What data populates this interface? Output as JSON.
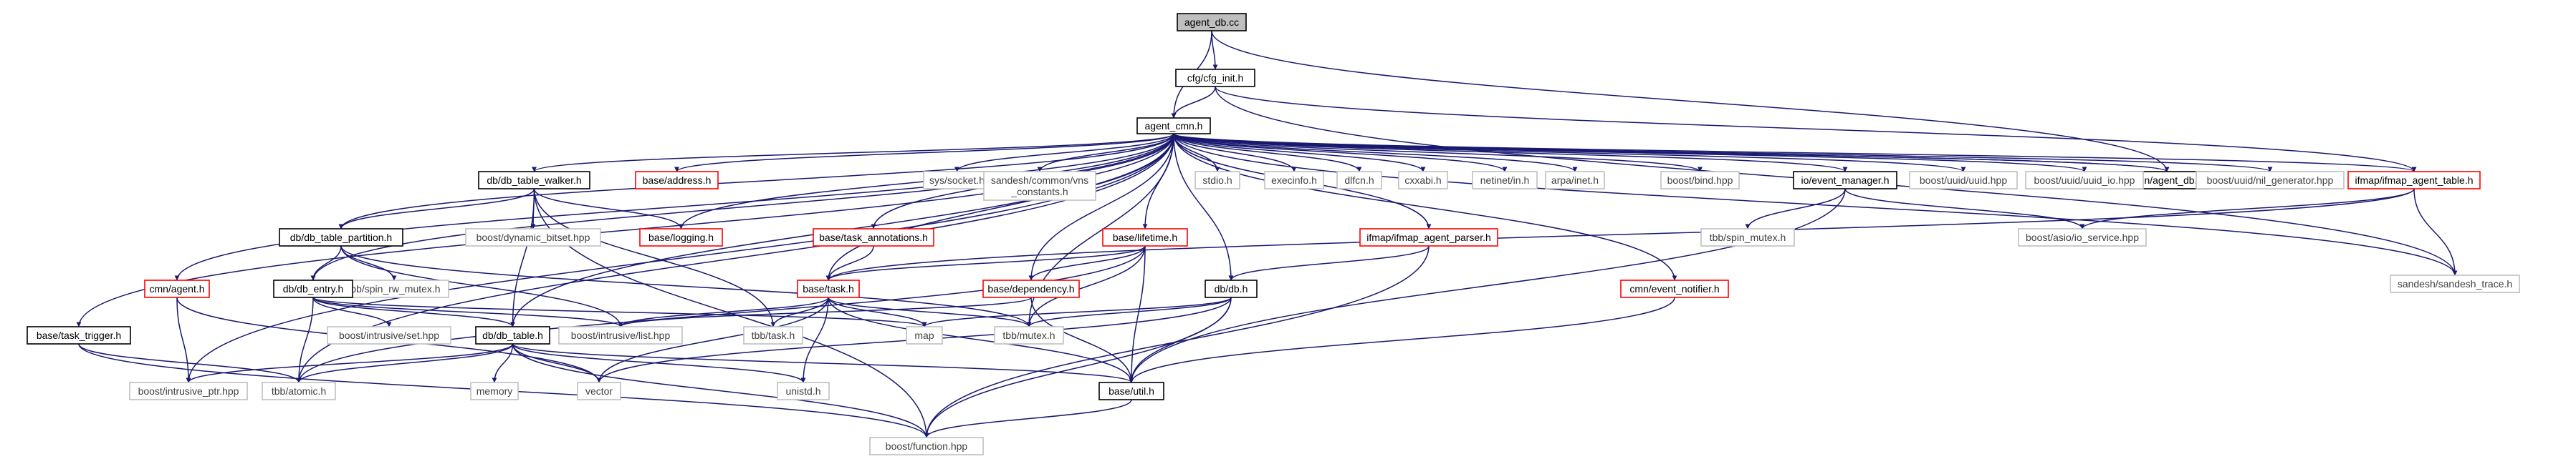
{
  "diagram": {
    "type": "include-dependency-graph",
    "colors": {
      "edge": "#191970",
      "root_fill": "#bfbfbf",
      "border_normal": "#000000",
      "border_red": "#ff0000",
      "border_external": "#bfbfbf",
      "text": "#000000",
      "text_external": "#404040"
    },
    "nodes": [
      {
        "id": "agent_db_cc",
        "label": "agent_db.cc",
        "kind": "root"
      },
      {
        "id": "cfg_init_h",
        "label": "cfg/cfg_init.h",
        "kind": "normal"
      },
      {
        "id": "agent_cmn_h",
        "label": "agent_cmn.h",
        "kind": "normal"
      },
      {
        "id": "cmn_agent_db_h",
        "label": "cmn/agent_db.h",
        "kind": "normal"
      },
      {
        "id": "ifmap_agent_table_h",
        "label": "ifmap/ifmap_agent_table.h",
        "kind": "red"
      },
      {
        "id": "sandesh_trace_h",
        "label": "sandesh/sandesh_trace.h",
        "kind": "external"
      },
      {
        "id": "db_table_walker_h",
        "label": "db/db_table_walker.h",
        "kind": "normal"
      },
      {
        "id": "base_address_h",
        "label": "base/address.h",
        "kind": "red"
      },
      {
        "id": "base_task_annotations_h",
        "label": "base/task_annotations.h",
        "kind": "red"
      },
      {
        "id": "sys_socket_h",
        "label": "sys/socket.h",
        "kind": "external"
      },
      {
        "id": "vns_constants_h",
        "label": "sandesh/common/vns\n_constants.h",
        "kind": "external"
      },
      {
        "id": "base_lifetime_h",
        "label": "base/lifetime.h",
        "kind": "red"
      },
      {
        "id": "stdio_h",
        "label": "stdio.h",
        "kind": "external"
      },
      {
        "id": "execinfo_h",
        "label": "execinfo.h",
        "kind": "external"
      },
      {
        "id": "dlfcn_h",
        "label": "dlfcn.h",
        "kind": "external"
      },
      {
        "id": "cxxabi_h",
        "label": "cxxabi.h",
        "kind": "external"
      },
      {
        "id": "netinet_in_h",
        "label": "netinet/in.h",
        "kind": "external"
      },
      {
        "id": "arpa_inet_h",
        "label": "arpa/inet.h",
        "kind": "external"
      },
      {
        "id": "boost_bind_hpp",
        "label": "boost/bind.hpp",
        "kind": "external"
      },
      {
        "id": "io_event_manager_h",
        "label": "io/event_manager.h",
        "kind": "normal"
      },
      {
        "id": "boost_uuid_hpp",
        "label": "boost/uuid/uuid.hpp",
        "kind": "external"
      },
      {
        "id": "boost_uuid_io_hpp",
        "label": "boost/uuid/uuid_io.hpp",
        "kind": "external"
      },
      {
        "id": "boost_nil_generator_hpp",
        "label": "boost/uuid/nil_generator.hpp",
        "kind": "external"
      },
      {
        "id": "db_table_partition_h",
        "label": "db/db_table_partition.h",
        "kind": "normal"
      },
      {
        "id": "boost_dynamic_bitset_hpp",
        "label": "boost/dynamic_bitset.hpp",
        "kind": "external"
      },
      {
        "id": "base_logging_h",
        "label": "base/logging.h",
        "kind": "red"
      },
      {
        "id": "ifmap_agent_parser_h",
        "label": "ifmap/ifmap_agent_parser.h",
        "kind": "red"
      },
      {
        "id": "tbb_spin_mutex_h",
        "label": "tbb/spin_mutex.h",
        "kind": "external"
      },
      {
        "id": "boost_asio_io_service_hpp",
        "label": "boost/asio/io_service.hpp",
        "kind": "external"
      },
      {
        "id": "cmn_agent_h",
        "label": "cmn/agent.h",
        "kind": "red"
      },
      {
        "id": "tbb_spin_rw_mutex_h",
        "label": "tbb/spin_rw_mutex.h",
        "kind": "external"
      },
      {
        "id": "base_task_h",
        "label": "base/task.h",
        "kind": "red"
      },
      {
        "id": "base_dependency_h",
        "label": "base/dependency.h",
        "kind": "red"
      },
      {
        "id": "db_db_h",
        "label": "db/db.h",
        "kind": "normal"
      },
      {
        "id": "cmn_event_notifier_h",
        "label": "cmn/event_notifier.h",
        "kind": "red"
      },
      {
        "id": "db_db_entry_h",
        "label": "db/db_entry.h",
        "kind": "normal"
      },
      {
        "id": "base_task_trigger_h",
        "label": "base/task_trigger.h",
        "kind": "normal"
      },
      {
        "id": "boost_intrusive_set_hpp",
        "label": "boost/intrusive/set.hpp",
        "kind": "external"
      },
      {
        "id": "db_db_table_h",
        "label": "db/db_table.h",
        "kind": "normal"
      },
      {
        "id": "boost_intrusive_list_hpp",
        "label": "boost/intrusive/list.hpp",
        "kind": "external"
      },
      {
        "id": "tbb_task_h",
        "label": "tbb/task.h",
        "kind": "external"
      },
      {
        "id": "map",
        "label": "map",
        "kind": "external"
      },
      {
        "id": "tbb_mutex_h",
        "label": "tbb/mutex.h",
        "kind": "external"
      },
      {
        "id": "boost_intrusive_ptr_hpp",
        "label": "boost/intrusive_ptr.hpp",
        "kind": "external"
      },
      {
        "id": "tbb_atomic_h",
        "label": "tbb/atomic.h",
        "kind": "external"
      },
      {
        "id": "memory",
        "label": "memory",
        "kind": "external"
      },
      {
        "id": "vector",
        "label": "vector",
        "kind": "external"
      },
      {
        "id": "unistd_h",
        "label": "unistd.h",
        "kind": "external"
      },
      {
        "id": "base_util_h",
        "label": "base/util.h",
        "kind": "normal"
      },
      {
        "id": "boost_function_hpp",
        "label": "boost/function.hpp",
        "kind": "external"
      }
    ],
    "edges": [
      [
        "agent_db_cc",
        "cfg_init_h"
      ],
      [
        "agent_db_cc",
        "agent_cmn_h"
      ],
      [
        "agent_db_cc",
        "cmn_agent_db_h"
      ],
      [
        "cfg_init_h",
        "agent_cmn_h"
      ],
      [
        "cfg_init_h",
        "ifmap_agent_table_h"
      ],
      [
        "cfg_init_h",
        "sandesh_trace_h"
      ],
      [
        "agent_cmn_h",
        "db_table_walker_h"
      ],
      [
        "agent_cmn_h",
        "base_address_h"
      ],
      [
        "agent_cmn_h",
        "base_task_annotations_h"
      ],
      [
        "agent_cmn_h",
        "sys_socket_h"
      ],
      [
        "agent_cmn_h",
        "vns_constants_h"
      ],
      [
        "agent_cmn_h",
        "base_lifetime_h"
      ],
      [
        "agent_cmn_h",
        "stdio_h"
      ],
      [
        "agent_cmn_h",
        "execinfo_h"
      ],
      [
        "agent_cmn_h",
        "dlfcn_h"
      ],
      [
        "agent_cmn_h",
        "cxxabi_h"
      ],
      [
        "agent_cmn_h",
        "netinet_in_h"
      ],
      [
        "agent_cmn_h",
        "arpa_inet_h"
      ],
      [
        "agent_cmn_h",
        "boost_bind_hpp"
      ],
      [
        "agent_cmn_h",
        "io_event_manager_h"
      ],
      [
        "agent_cmn_h",
        "boost_uuid_hpp"
      ],
      [
        "agent_cmn_h",
        "boost_uuid_io_hpp"
      ],
      [
        "agent_cmn_h",
        "boost_nil_generator_hpp"
      ],
      [
        "agent_cmn_h",
        "ifmap_agent_table_h"
      ],
      [
        "agent_cmn_h",
        "cmn_agent_db_h"
      ],
      [
        "agent_cmn_h",
        "sandesh_trace_h"
      ],
      [
        "agent_cmn_h",
        "db_table_partition_h"
      ],
      [
        "agent_cmn_h",
        "base_logging_h"
      ],
      [
        "agent_cmn_h",
        "ifmap_agent_parser_h"
      ],
      [
        "agent_cmn_h",
        "cmn_agent_h"
      ],
      [
        "agent_cmn_h",
        "base_task_h"
      ],
      [
        "agent_cmn_h",
        "base_dependency_h"
      ],
      [
        "agent_cmn_h",
        "db_db_h"
      ],
      [
        "agent_cmn_h",
        "cmn_event_notifier_h"
      ],
      [
        "agent_cmn_h",
        "db_db_entry_h"
      ],
      [
        "agent_cmn_h",
        "base_task_trigger_h"
      ],
      [
        "agent_cmn_h",
        "db_db_table_h"
      ],
      [
        "agent_cmn_h",
        "boost_intrusive_ptr_hpp"
      ],
      [
        "agent_cmn_h",
        "tbb_atomic_h"
      ],
      [
        "agent_cmn_h",
        "tbb_mutex_h"
      ],
      [
        "cmn_agent_db_h",
        "agent_cmn_h"
      ],
      [
        "db_table_walker_h",
        "db_table_partition_h"
      ],
      [
        "db_table_walker_h",
        "boost_dynamic_bitset_hpp"
      ],
      [
        "db_table_walker_h",
        "base_logging_h"
      ],
      [
        "db_table_walker_h",
        "db_db_table_h"
      ],
      [
        "db_table_walker_h",
        "tbb_task_h"
      ],
      [
        "db_table_walker_h",
        "boost_function_hpp"
      ],
      [
        "base_task_annotations_h",
        "base_task_h"
      ],
      [
        "base_lifetime_h",
        "base_task_h"
      ],
      [
        "base_lifetime_h",
        "base_dependency_h"
      ],
      [
        "base_lifetime_h",
        "tbb_mutex_h"
      ],
      [
        "base_lifetime_h",
        "base_util_h"
      ],
      [
        "base_lifetime_h",
        "tbb_atomic_h"
      ],
      [
        "io_event_manager_h",
        "tbb_spin_mutex_h"
      ],
      [
        "io_event_manager_h",
        "boost_asio_io_service_hpp"
      ],
      [
        "io_event_manager_h",
        "base_util_h"
      ],
      [
        "ifmap_agent_table_h",
        "base_task_h"
      ],
      [
        "ifmap_agent_table_h",
        "boost_asio_io_service_hpp"
      ],
      [
        "ifmap_agent_table_h",
        "sandesh_trace_h"
      ],
      [
        "db_table_partition_h",
        "db_db_entry_h"
      ],
      [
        "db_table_partition_h",
        "tbb_spin_rw_mutex_h"
      ],
      [
        "db_table_partition_h",
        "boost_intrusive_list_hpp"
      ],
      [
        "db_table_partition_h",
        "tbb_mutex_h"
      ],
      [
        "ifmap_agent_parser_h",
        "db_db_h"
      ],
      [
        "ifmap_agent_parser_h",
        "boost_function_hpp"
      ],
      [
        "cmn_agent_h",
        "boost_intrusive_ptr_hpp"
      ],
      [
        "cmn_agent_h",
        "vector"
      ],
      [
        "base_task_h",
        "boost_intrusive_list_hpp"
      ],
      [
        "base_task_h",
        "tbb_task_h"
      ],
      [
        "base_task_h",
        "map"
      ],
      [
        "base_task_h",
        "tbb_mutex_h"
      ],
      [
        "base_task_h",
        "vector"
      ],
      [
        "base_task_h",
        "unistd_h"
      ],
      [
        "base_task_h",
        "base_util_h"
      ],
      [
        "base_dependency_h",
        "boost_intrusive_list_hpp"
      ],
      [
        "base_dependency_h",
        "base_util_h"
      ],
      [
        "db_db_h",
        "map"
      ],
      [
        "db_db_h",
        "tbb_mutex_h"
      ],
      [
        "db_db_h",
        "vector"
      ],
      [
        "db_db_h",
        "base_util_h"
      ],
      [
        "db_db_h",
        "boost_function_hpp"
      ],
      [
        "cmn_event_notifier_h",
        "base_util_h"
      ],
      [
        "db_db_entry_h",
        "boost_intrusive_set_hpp"
      ],
      [
        "db_db_entry_h",
        "db_db_table_h"
      ],
      [
        "db_db_entry_h",
        "tbb_atomic_h"
      ],
      [
        "db_db_entry_h",
        "boost_intrusive_list_hpp"
      ],
      [
        "db_db_entry_h",
        "map"
      ],
      [
        "base_task_trigger_h",
        "tbb_atomic_h"
      ],
      [
        "base_task_trigger_h",
        "boost_function_hpp"
      ],
      [
        "db_db_table_h",
        "memory"
      ],
      [
        "db_db_table_h",
        "vector"
      ],
      [
        "db_db_table_h",
        "tbb_atomic_h"
      ],
      [
        "db_db_table_h",
        "boost_function_hpp"
      ],
      [
        "db_db_table_h",
        "unistd_h"
      ],
      [
        "db_db_table_h",
        "base_util_h"
      ],
      [
        "db_db_table_h",
        "boost_intrusive_ptr_hpp"
      ],
      [
        "base_util_h",
        "boost_function_hpp"
      ]
    ]
  }
}
